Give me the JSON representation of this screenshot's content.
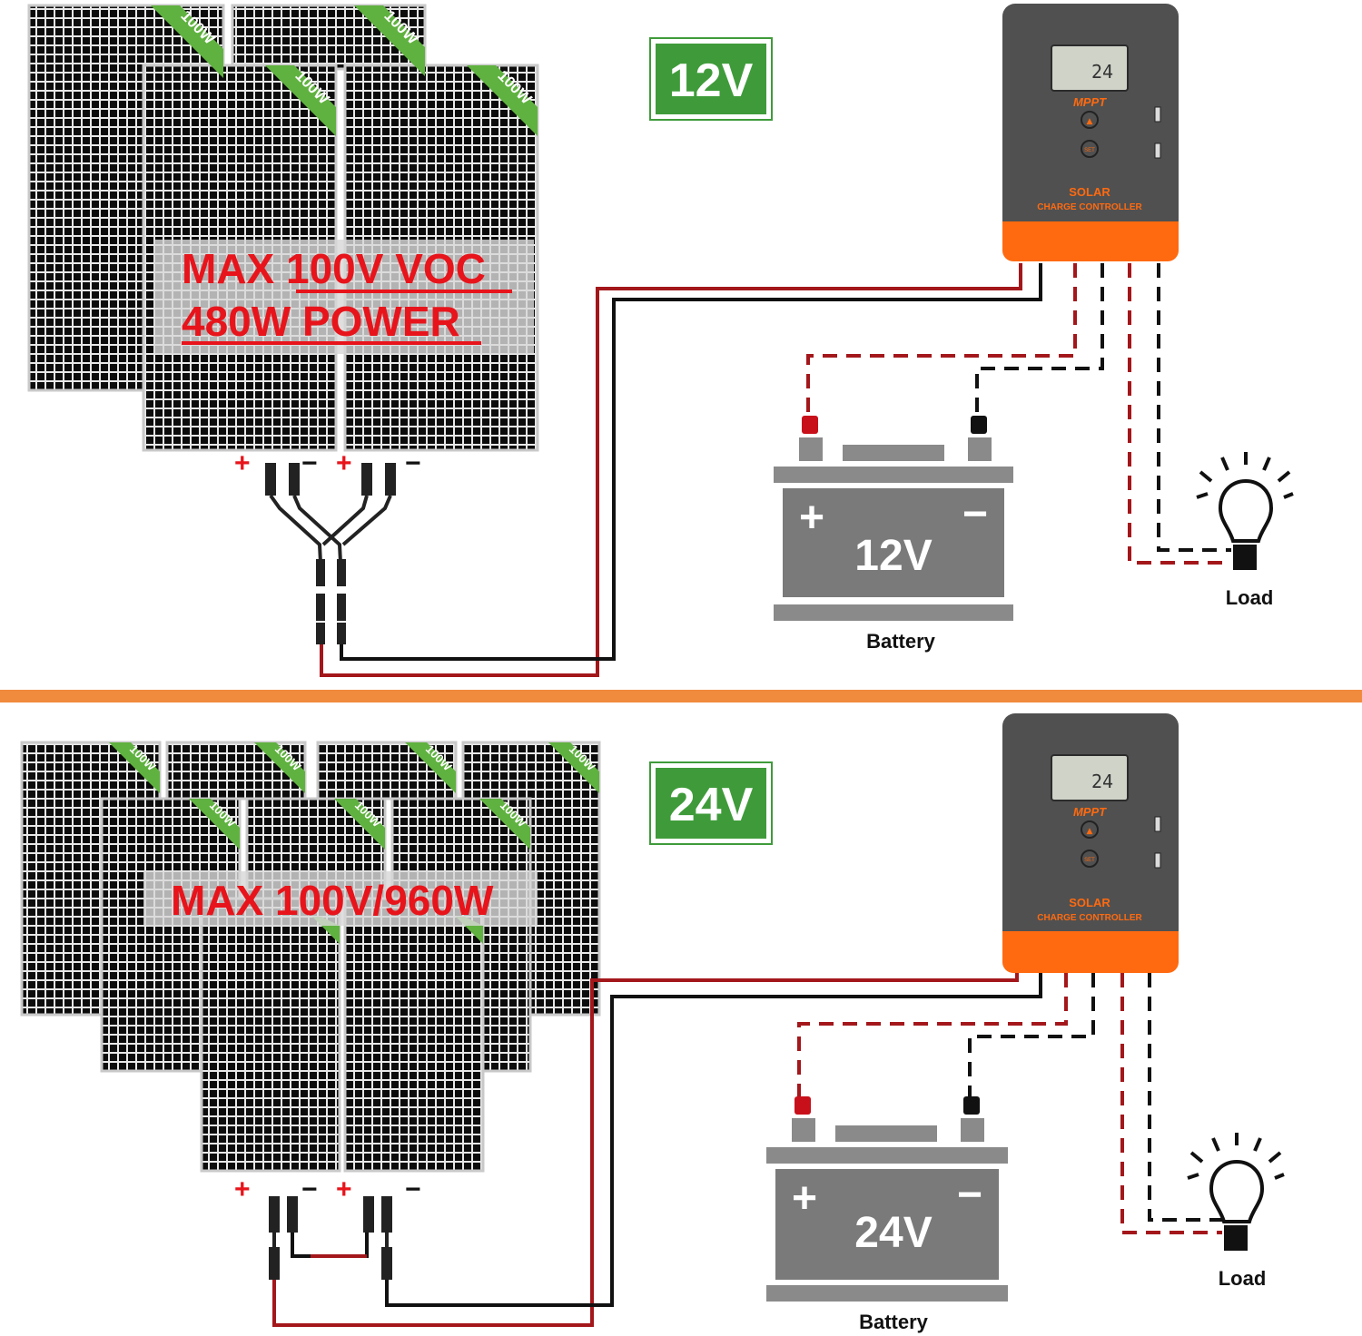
{
  "top": {
    "system_voltage": "12V",
    "panel_rating": "100W",
    "claim_line1": "MAX 100V VOC",
    "claim_line2": "480W POWER",
    "battery_voltage": "12V",
    "battery_caption": "Battery",
    "load_caption": "Load"
  },
  "bottom": {
    "system_voltage": "24V",
    "panel_rating": "100W",
    "claim_line1": "MAX 100V/960W",
    "battery_voltage": "24V",
    "battery_caption": "Battery",
    "load_caption": "Load"
  },
  "controller": {
    "mode": "MPPT",
    "title": "SOLAR",
    "subtitle": "CHARGE CONTROLLER",
    "lcd_reading": "24",
    "set_label": "SET",
    "up_symbol": "▲"
  },
  "polarity": {
    "positive": "+",
    "negative": "−"
  },
  "colors": {
    "badge_green": "#3f9b3a",
    "claim_red": "#e8141b",
    "controller_gray": "#505050",
    "controller_orange": "#ff6a10",
    "divider_orange": "#f08a3c",
    "wire_red": "#a3171b",
    "wire_black": "#111111",
    "battery_gray": "#7a7a7a"
  }
}
